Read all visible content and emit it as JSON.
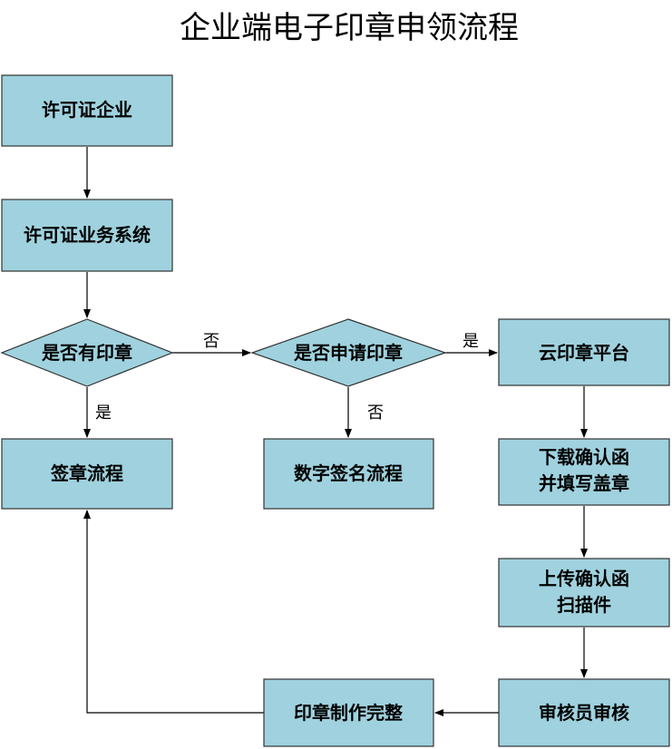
{
  "title": "企业端电子印章申领流程",
  "nodes": {
    "permit_enterprise": "许可证企业",
    "permit_system": "许可证业务系统",
    "has_seal": "是否有印章",
    "apply_seal": "是否申请印章",
    "cloud_platform": "云印章平台",
    "sign_flow": "签章流程",
    "digital_sign": "数字签名流程",
    "download_confirm": [
      "下载确认函",
      "并填写盖章"
    ],
    "upload_confirm": [
      "上传确认函",
      "扫描件"
    ],
    "reviewer": "审核员审核",
    "seal_done": "印章制作完整"
  },
  "edge_labels": {
    "has_seal_no": "否",
    "has_seal_yes": "是",
    "apply_yes": "是",
    "apply_no": "否"
  }
}
